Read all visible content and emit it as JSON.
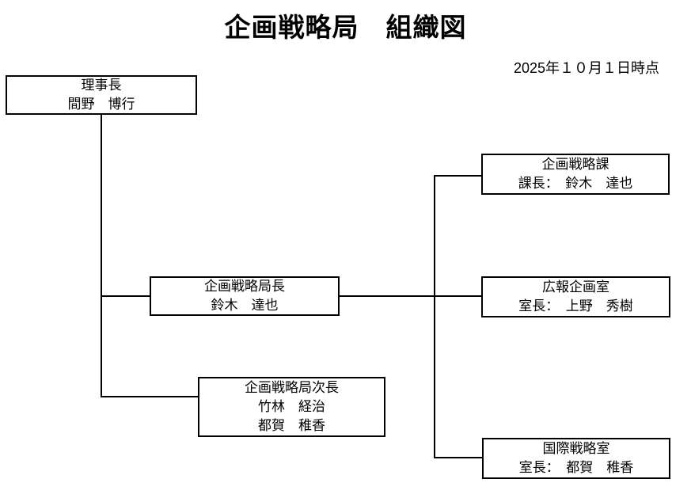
{
  "header": {
    "title": "企画戦略局　組織図",
    "as_of_date": "2025年１０月１日時点"
  },
  "org_chart": {
    "president": {
      "role": "理事長",
      "name": "間野　博行"
    },
    "bureau_director": {
      "role": "企画戦略局長",
      "name": "鈴木　達也"
    },
    "bureau_deputy_director": {
      "role": "企画戦略局次長",
      "names": [
        "竹林　経治",
        "都賀　稚香"
      ]
    },
    "planning_strategy_section": {
      "dept": "企画戦略課",
      "head": "課長：　鈴木　達也"
    },
    "public_relations_office": {
      "dept": "広報企画室",
      "head": "室長：　上野　秀樹"
    },
    "international_strategy_office": {
      "dept": "国際戦略室",
      "head": "室長：　都賀　稚香"
    }
  }
}
